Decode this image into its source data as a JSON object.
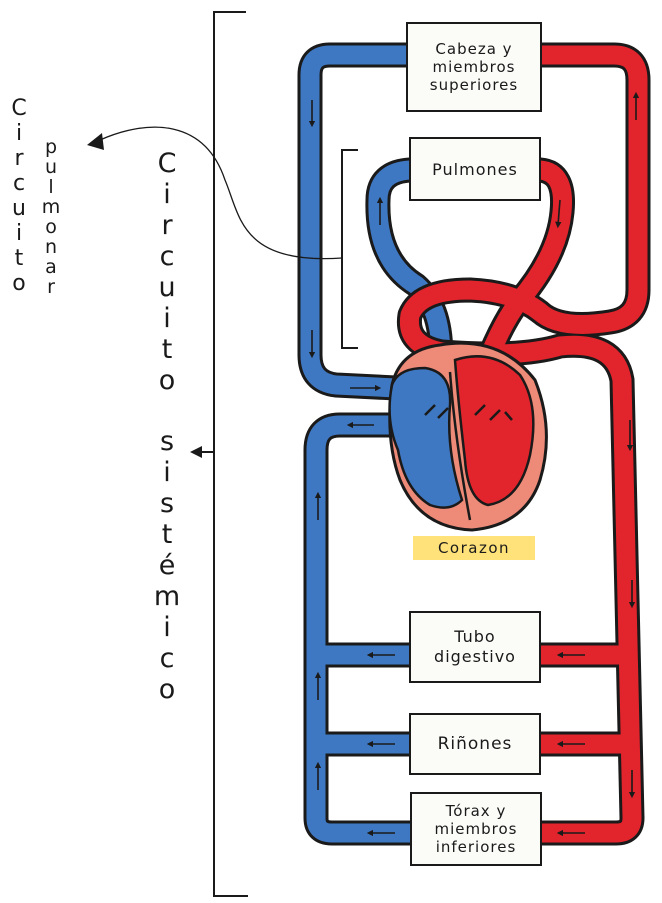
{
  "organs": {
    "head_arms": "Cabeza y miembros superiores",
    "lungs": "Pulmones",
    "digestive": "Tubo digestivo",
    "kidneys": "Riñones",
    "thorax_legs": "Tórax y miembros inferiores"
  },
  "heart_label": "Corazon",
  "circuits": {
    "pulmonary": "Circuito pulmonar",
    "systemic": "Circuito sistémico"
  },
  "colors": {
    "oxygenated": "#e2242c",
    "deoxygenated": "#3f78c2",
    "heart_tissue": "#ee8a78",
    "highlight": "#ffe27a",
    "ink": "#1a1a1a"
  }
}
